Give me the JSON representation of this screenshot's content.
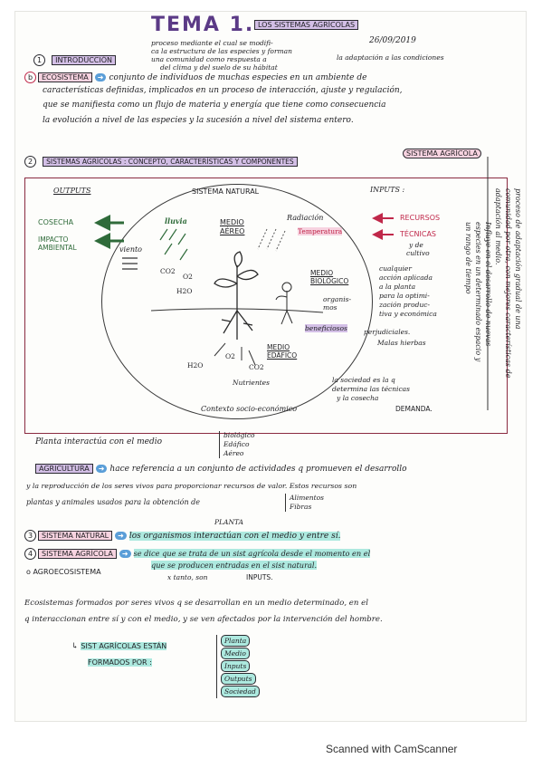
{
  "header": {
    "title": "TEMA 1.",
    "subtitle": "LOS SISTEMAS AGRÍCOLAS",
    "date": "26/09/2019"
  },
  "intro": {
    "number": "1",
    "label": "INTRODUCCIÓN",
    "note_line1": "proceso mediante el cual se modifi-",
    "note_line2": "ca la estructura de las especies y forman",
    "note_line3": "una comunidad como respuesta a",
    "note_line3b": "la adaptación a las condiciones",
    "note_line4": "del clima y del suelo de su hábitat"
  },
  "ecosistema": {
    "label": "ECOSISTEMA",
    "line1": "conjunto de individuos de muchas especies en un ambiente de",
    "line2": "características definidas, implicados en un proceso de interacción, ajuste y regulación,",
    "line3": "que se manifiesta como un flujo de materia y energía que tiene como consecuencia",
    "line4": "la evolución a nivel de las especies y la sucesión a nivel del sistema entero."
  },
  "section2": {
    "number": "2",
    "heading": "SISTEMAS AGRÍCOLAS : CONCEPTO, CARACTERÍSTICAS Y COMPONENTES",
    "tag": "SISTEMA AGRÍCOLA"
  },
  "diagram": {
    "outputs_title": "OUTPUTS",
    "sistema_natural": "SISTEMA NATURAL",
    "inputs_title": "INPUTS :",
    "cosecha": "COSECHA",
    "impacto1": "IMPACTO",
    "impacto2": "AMBIENTAL",
    "lluvia": "lluvia",
    "medio_aereo1": "MEDIO",
    "medio_aereo2": "AÉREO",
    "radiacion": "Radiación",
    "temperatura": "Temperatura",
    "viento": "viento",
    "co2": "CO2",
    "o2": "O2",
    "h2o": "H2O",
    "medio_biologico1": "MEDIO",
    "medio_biologico2": "BIOLÓGICO",
    "organismos1": "organis-",
    "organismos2": "mos",
    "beneficiosos": "beneficiosos",
    "perjudiciales": "perjudiciales.",
    "malas_hierbas": "Malas hierbas",
    "medio_edafico1": "MEDIO",
    "medio_edafico2": "EDÁFICO",
    "h2o_soil": "H2O",
    "o2_soil": "O2",
    "co2_soil": "CO2",
    "nutrientes": "Nutrientes",
    "recursos": "RECURSOS",
    "tecnicas": "TÉCNICAS",
    "y_de": "y de",
    "cultivo": "cultivo",
    "cualquier1": "cualquier",
    "cualquier2": "acción aplicada",
    "cualquier3": "a la planta",
    "cualquier4": "para la optimi-",
    "cualquier5": "zación produc-",
    "cualquier6": "tiva y económica",
    "sociedad1": "la sociedad es la q",
    "sociedad2": "determina las técnicas",
    "sociedad3": "y la cosecha",
    "demanda": "DEMANDA.",
    "contexto": "Contexto socio-económico"
  },
  "side_notes": {
    "col1": "proceso de adaptación gradual de una",
    "col2": "comunidad por otra, con mejores características de",
    "col3": "adaptación al medio.",
    "col4": "Influye en el desarrollo de nuevas",
    "col5": "especies en un determinado espacio y",
    "col6": "un rango de tiempo"
  },
  "planta": {
    "intro": "Planta interactúa con el medio",
    "item1": "biológico",
    "item2": "Edáfico",
    "item3": "Aéreo"
  },
  "agricultura": {
    "label": "AGRICULTURA",
    "line1": "hace referencia a un conjunto de actividades q promueven el desarrollo",
    "line2": "y la reproducción de los seres vivos para proporcionar recursos de valor. Estos recursos son",
    "line3": "plantas y animales usados para la obtención de",
    "item1": "Alimentos",
    "item2": "Fibras"
  },
  "sistema_natural": {
    "number": "3",
    "label": "SISTEMA NATURAL",
    "note": "PLANTA",
    "text": "los organismos interactúan con el medio y entre sí."
  },
  "sistema_agricola": {
    "number": "4",
    "label": "SISTEMA AGRÍCOLA",
    "alt": "o AGROECOSISTEMA",
    "line1": "se dice que se trata de un sist agrícola desde el momento en el",
    "line2": "que se producen entradas en el sist natural.",
    "line3": "x tanto, son",
    "line3b": "INPUTS."
  },
  "ecosistemas": {
    "line1": "Ecosistemas formados por seres vivos q se desarrollan en un medio determinado, en el",
    "line2": "q interaccionan entre sí y con el medio, y se ven afectados por la intervención del hombre."
  },
  "componentes": {
    "label1": "SIST AGRÍCOLAS ESTÁN",
    "label2": "FORMADOS POR :",
    "items": [
      "Planta",
      "Medio",
      "Inputs",
      "Outputs",
      "Sociedad"
    ]
  },
  "footer": {
    "scanner": "Scanned with CamScanner"
  }
}
